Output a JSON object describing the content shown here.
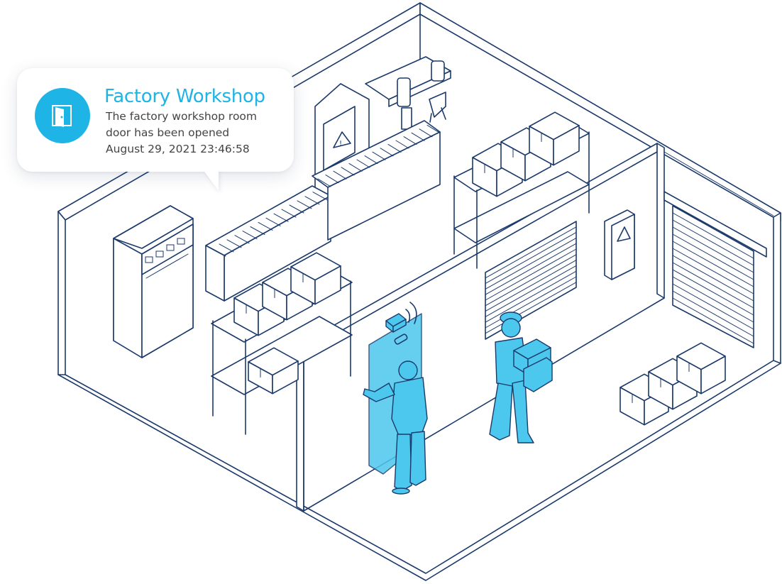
{
  "colors": {
    "accent": "#1eb4e6",
    "line": "#1b3a6b",
    "highlight_fill": "#4cc7ee",
    "text_secondary": "#444444"
  },
  "notification": {
    "icon": "door-open-icon",
    "title": "Factory Workshop",
    "message_line1": "The factory workshop room",
    "message_line2": "door has been opened",
    "timestamp": "August 29, 2021 23:46:58"
  }
}
